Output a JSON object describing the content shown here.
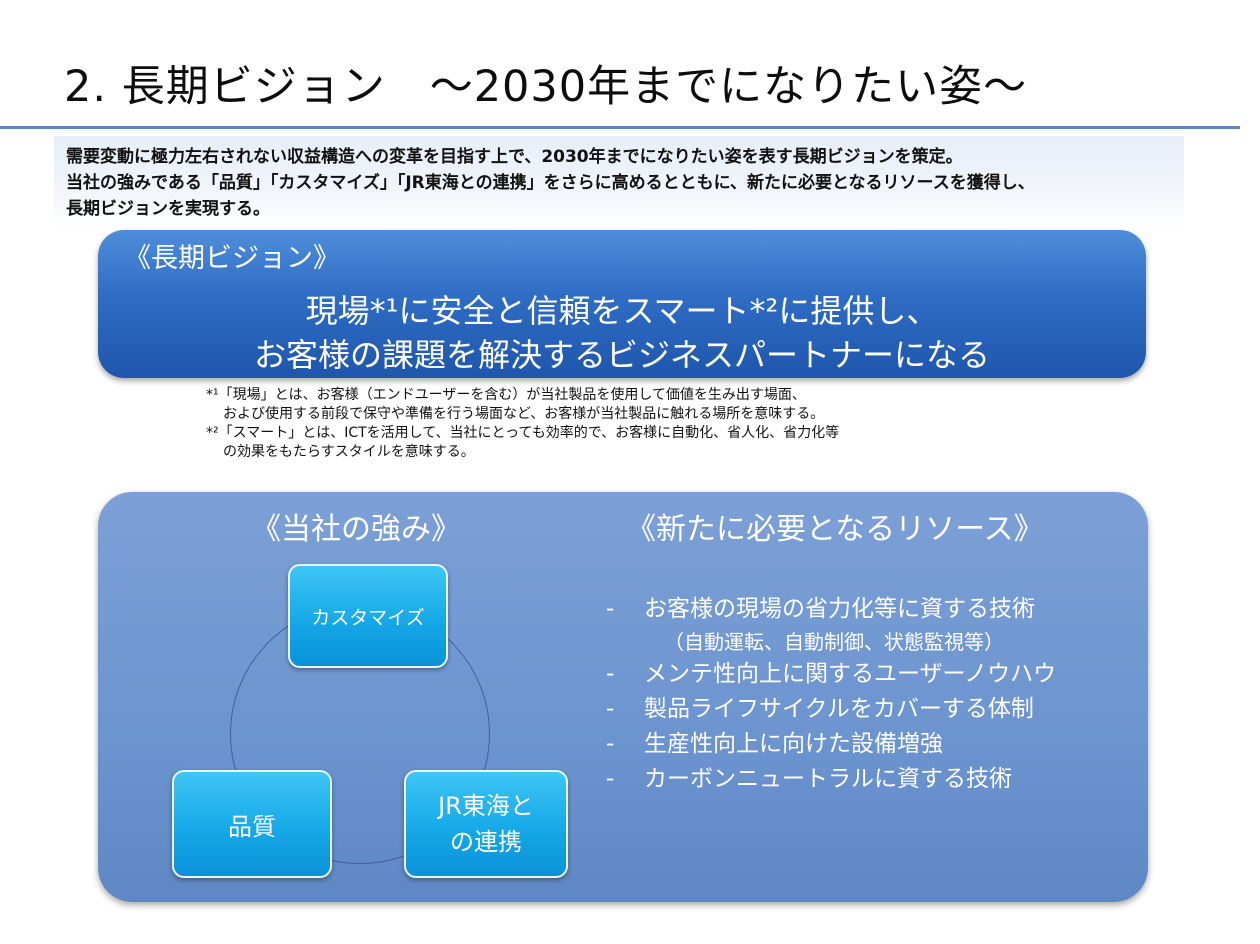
{
  "title": "2. 長期ビジョン　～2030年までになりたい姿～",
  "intro": [
    "需要変動に極力左右されない収益構造への変革を目指す上で、2030年までになりたい姿を表す長期ビジョンを策定。",
    "当社の強みである「品質」「カスタマイズ」「JR東海との連携」をさらに高めるとともに、新たに必要となるリソースを獲得し、",
    "長期ビジョンを実現する。"
  ],
  "vision": {
    "header": "《長期ビジョン》",
    "line1": "現場*¹に安全と信頼をスマート*²に提供し、",
    "line2": "お客様の課題を解決するビジネスパートナーになる"
  },
  "notes": [
    "*¹「現場」とは、お客様（エンドユーザーを含む）が当社製品を使用して価値を生み出す場面、",
    "および使用する前段で保守や準備を行う場面など、お客様が当社製品に触れる場所を意味する。",
    "*²「スマート」とは、ICTを活用して、当社にとっても効率的で、お客様に自動化、省人化、省力化等",
    "の効果をもたらすスタイルを意味する。"
  ],
  "strengths": {
    "title": "《当社の強み》",
    "customize": "カスタマイズ",
    "quality": "品質",
    "jr_line1": "JR東海と",
    "jr_line2": "の連携"
  },
  "resources": {
    "title": "《新たに必要となるリソース》",
    "dash": "-",
    "items": [
      "お客様の現場の省力化等に資する技術",
      "メンテ性向上に関するユーザーノウハウ",
      "製品ライフサイクルをカバーする体制",
      "生産性向上に向けた設備増強",
      "カーボンニュートラルに資する技術"
    ],
    "item0_sub": "（自動運転、自動制御、状態監視等）"
  },
  "colors": {
    "title_rule": "#5b86c3",
    "vision_bg": "#2f6cc4",
    "panel_bg": "#6c94cf",
    "tile_bg": "#16a8e8"
  }
}
